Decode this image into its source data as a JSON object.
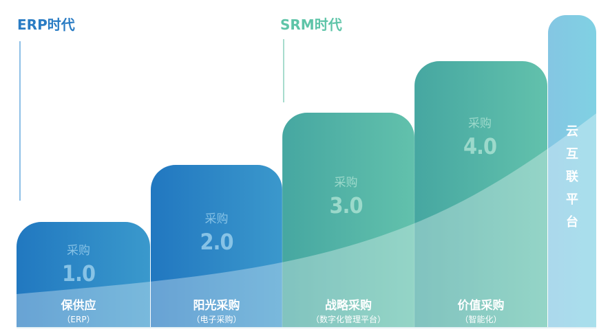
{
  "eras": {
    "erp": {
      "label": "ERP时代",
      "color": "#2a7cc4"
    },
    "srm": {
      "label": "SRM时代",
      "color": "#5ec4a8"
    }
  },
  "stages": [
    {
      "sub": "采购",
      "version": "1.0",
      "name": "保供应",
      "desc": "（ERP）"
    },
    {
      "sub": "采购",
      "version": "2.0",
      "name": "阳光采购",
      "desc": "（电子采购）"
    },
    {
      "sub": "采购",
      "version": "3.0",
      "name": "战略采购",
      "desc": "（数字化管理平台）"
    },
    {
      "sub": "采购",
      "version": "4.0",
      "name": "价值采购",
      "desc": "（智能化）"
    }
  ],
  "cloud": {
    "chars": [
      "云",
      "互",
      "联",
      "平",
      "台"
    ]
  },
  "colors": {
    "blue_dark": "#2178c0",
    "blue_light": "#3a99cc",
    "green_dark": "#46a7a1",
    "green_light": "#62c1ac",
    "cloud": "#84c6e3"
  }
}
